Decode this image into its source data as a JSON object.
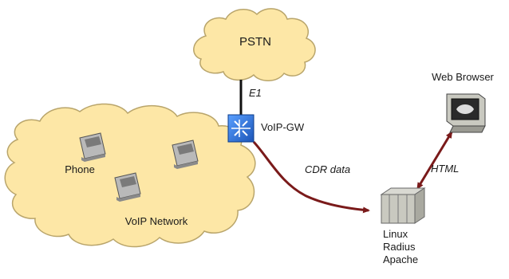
{
  "nodes": {
    "pstn": {
      "label": "PSTN",
      "icon": "cloud-icon"
    },
    "voip_network": {
      "label": "VoIP Network",
      "icon": "cloud-icon"
    },
    "gateway": {
      "label": "VoIP-GW",
      "icon": "router-icon"
    },
    "phone": {
      "label": "Phone",
      "icon": "phone-icon"
    },
    "server": {
      "lines": [
        "Linux",
        "Radius",
        "Apache"
      ],
      "icon": "server-icon"
    },
    "browser": {
      "label": "Web Browser",
      "icon": "monitor-icon"
    }
  },
  "links": {
    "e1": "E1",
    "cdr": "CDR data",
    "html": "HTML"
  },
  "colors": {
    "cloud_fill": "#fde7a6",
    "cloud_stroke": "#b9a56b",
    "arrow": "#7a1a1a",
    "gateway_blue": "#2a6fd6"
  }
}
